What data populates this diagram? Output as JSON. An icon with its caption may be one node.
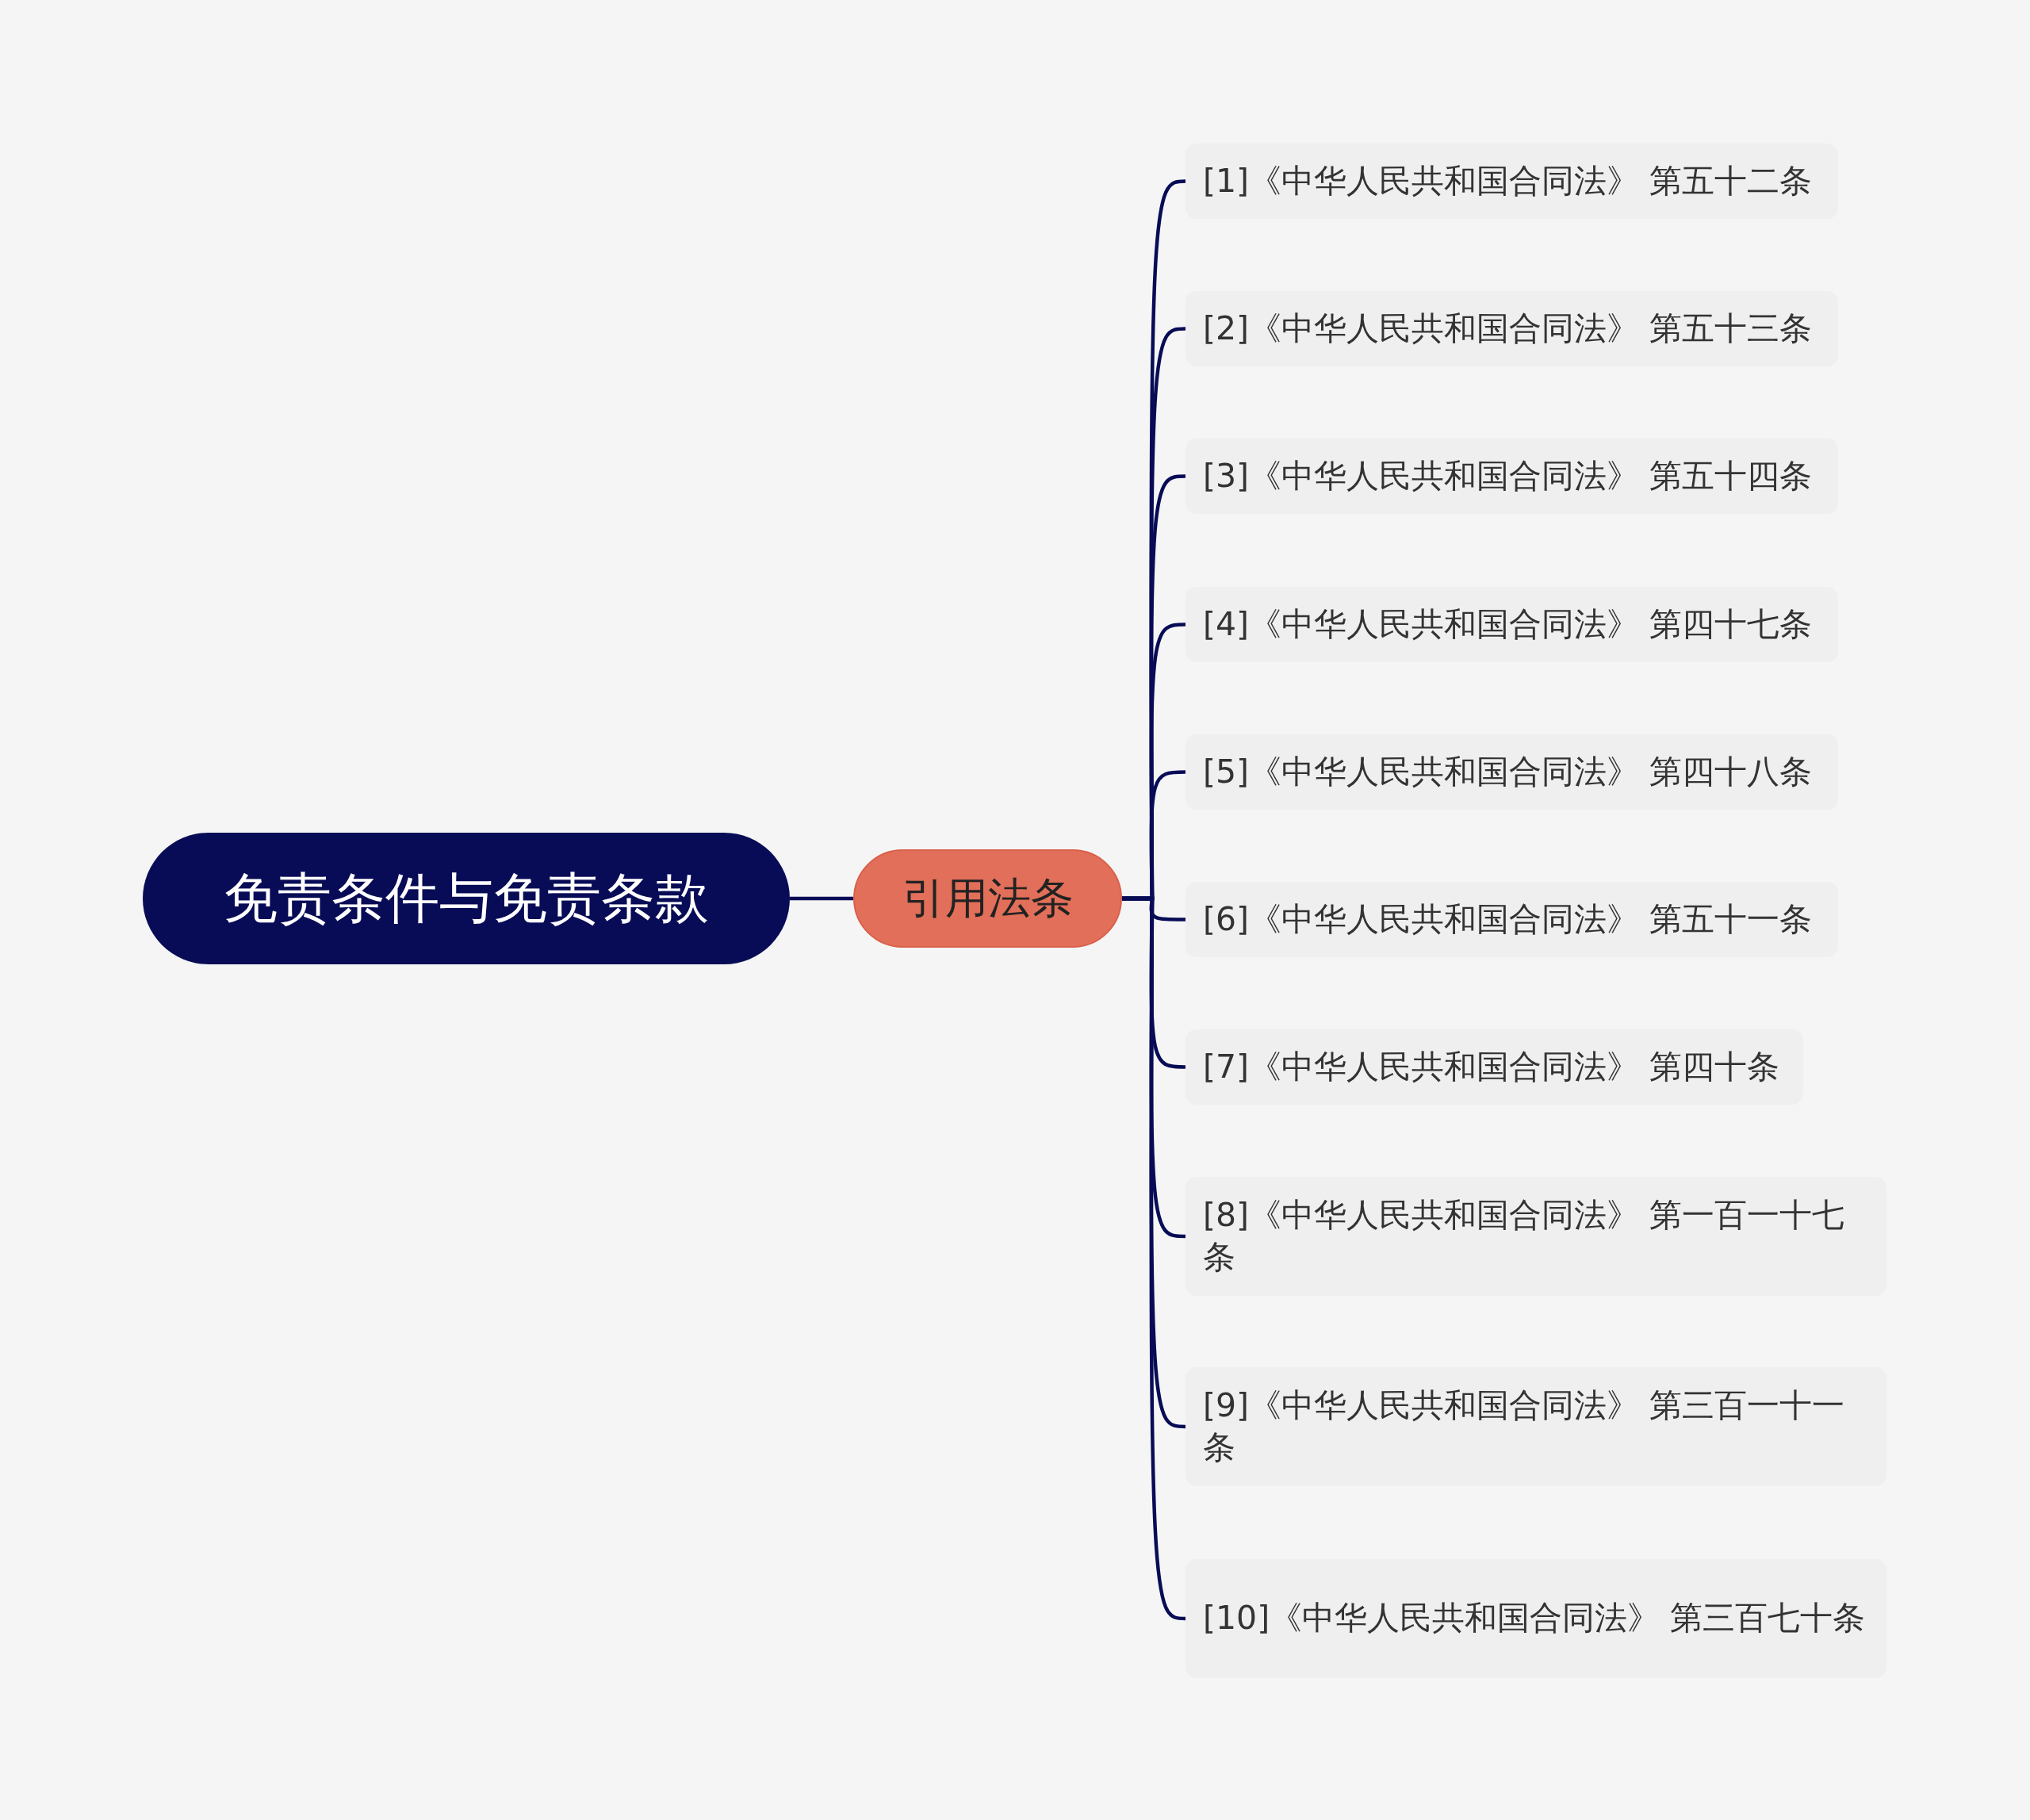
{
  "diagram": {
    "nodes": [
      {
        "text": [
          "免责条件与免责条款"
        ]
      },
      {
        "text": [
          "引用法条"
        ]
      },
      {
        "text": [
          "[1]《中华人民共和国合同法》 第五十二条"
        ]
      },
      {
        "text": [
          "[2]《中华人民共和国合同法》 第五十三条"
        ]
      },
      {
        "text": [
          "[3]《中华人民共和国合同法》 第五十四条"
        ]
      },
      {
        "text": [
          "[4]《中华人民共和国合同法》 第四十七条"
        ]
      },
      {
        "text": [
          "[5]《中华人民共和国合同法》 第四十八条"
        ]
      },
      {
        "text": [
          "[6]《中华人民共和国合同法》 第五十一条"
        ]
      },
      {
        "text": [
          "[7]《中华人民共和国合同法》 第四十条"
        ]
      },
      {
        "text": [
          "[8]《中华人民共和国合同法》 第一百一十七条"
        ]
      },
      {
        "text": [
          "[9]《中华人民共和国合同法》 第三百一十一条"
        ]
      },
      {
        "text": [
          "[10]《中华人民共和国合同法》 第三百七十条"
        ]
      }
    ],
    "edges": [
      {
        "from": 0,
        "to": 1,
        "arrow": "none"
      },
      {
        "from": 1,
        "to": 2,
        "arrow": "none"
      },
      {
        "from": 1,
        "to": 3,
        "arrow": "none"
      },
      {
        "from": 1,
        "to": 4,
        "arrow": "none"
      },
      {
        "from": 1,
        "to": 5,
        "arrow": "none"
      },
      {
        "from": 1,
        "to": 6,
        "arrow": "none"
      },
      {
        "from": 1,
        "to": 7,
        "arrow": "none"
      },
      {
        "from": 1,
        "to": 8,
        "arrow": "none"
      },
      {
        "from": 1,
        "to": 9,
        "arrow": "none"
      },
      {
        "from": 1,
        "to": 10,
        "arrow": "none"
      },
      {
        "from": 1,
        "to": 11,
        "arrow": "none"
      }
    ]
  }
}
